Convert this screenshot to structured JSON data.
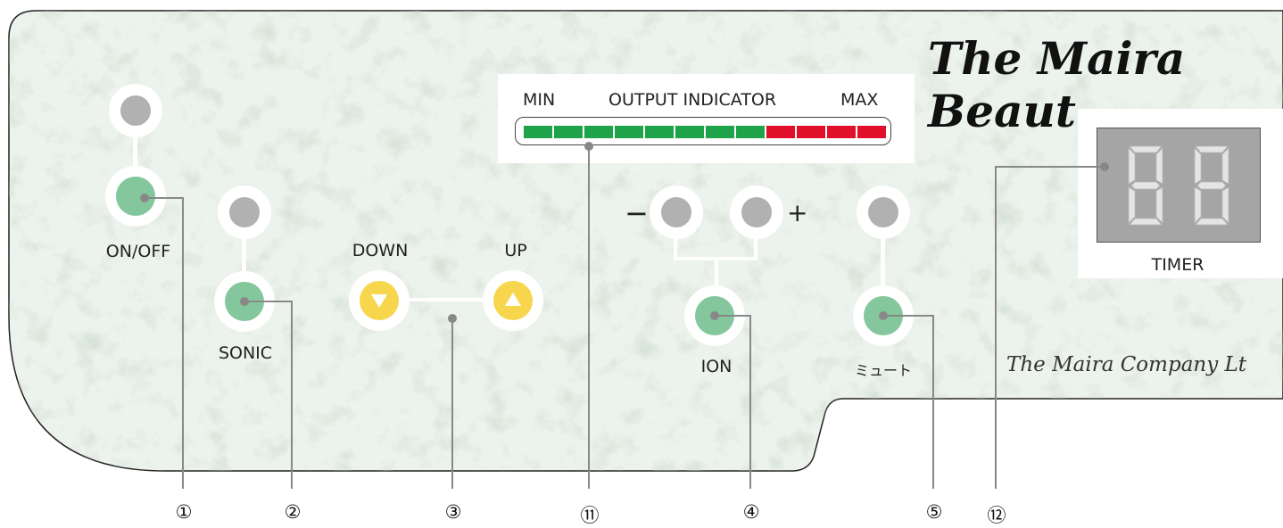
{
  "brand": {
    "title": "The Maira Beaut",
    "company": "The Maira Company Lt"
  },
  "output_indicator": {
    "min_label": "MIN",
    "title": "OUTPUT INDICATOR",
    "max_label": "MAX",
    "segments": [
      "green",
      "green",
      "green",
      "green",
      "green",
      "green",
      "green",
      "green",
      "red",
      "red",
      "red",
      "red"
    ],
    "colors": {
      "green": "#1ea34a",
      "red": "#e0102a"
    }
  },
  "controls": {
    "onoff_label": "ON/OFF",
    "sonic_label": "SONIC",
    "down_label": "DOWN",
    "up_label": "UP",
    "minus_label": "−",
    "plus_label": "+",
    "ion_label": "ION",
    "mute_label": "ミュート",
    "timer_label": "TIMER",
    "timer_value": "88"
  },
  "callouts": [
    "①",
    "②",
    "③",
    "⑪",
    "④",
    "⑤",
    "⑫"
  ],
  "colors": {
    "button_green": "#84c79c",
    "button_yellow": "#f7d64e",
    "led_gray": "#b1b1b1",
    "panel_bg": "#e9f0e9"
  }
}
